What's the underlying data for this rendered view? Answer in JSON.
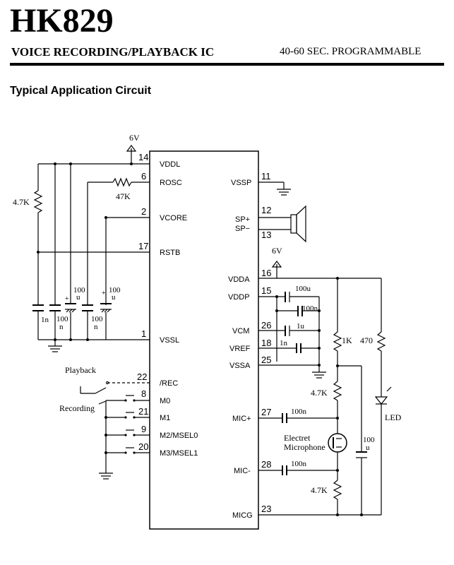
{
  "header": {
    "part_number": "HK829",
    "subtitle": "VOICE RECORDING/PLAYBACK IC",
    "right_text": "40-60 SEC. PROGRAMMABLE"
  },
  "section_title": "Typical Application Circuit",
  "power": {
    "top_supply": "6V",
    "right_supply": "6V"
  },
  "ic": {
    "pins": {
      "vddl": {
        "num": "14",
        "name": "VDDL"
      },
      "rosc": {
        "num": "6",
        "name": "ROSC"
      },
      "vcore": {
        "num": "2",
        "name": "VCORE"
      },
      "rstb": {
        "num": "17",
        "name": "RSTB"
      },
      "vssl": {
        "num": "1",
        "name": "VSSL"
      },
      "rec": {
        "num": "22",
        "name": "/REC"
      },
      "m0": {
        "num": "8",
        "name": "M0"
      },
      "m1": {
        "num": "21",
        "name": "M1"
      },
      "m2": {
        "num": "9",
        "name": "M2/MSEL0"
      },
      "m3": {
        "num": "20",
        "name": "M3/MSEL1"
      },
      "vssp": {
        "num": "11",
        "name": "VSSP"
      },
      "spp": {
        "num": "12",
        "name": "SP+"
      },
      "spm": {
        "num": "13",
        "name": "SP−"
      },
      "vdda": {
        "num": "16",
        "name": "VDDA"
      },
      "vddp": {
        "num": "15",
        "name": "VDDP"
      },
      "vcm": {
        "num": "26",
        "name": "VCM"
      },
      "vref": {
        "num": "18",
        "name": "VREF"
      },
      "vssa": {
        "num": "25",
        "name": "VSSA"
      },
      "micp": {
        "num": "27",
        "name": "MIC+"
      },
      "micm": {
        "num": "28",
        "name": "MIC-"
      },
      "micg": {
        "num": "23",
        "name": "MICG"
      }
    }
  },
  "components": {
    "r_pullup": "4.7K",
    "r_osc": "47K",
    "c_1n": "1n",
    "c_100n_a": "100",
    "c_100n_a_unit": "n",
    "c_100u_a": "100",
    "c_100u_a_unit": "u",
    "c_100n_b": "100",
    "c_100n_b_unit": "n",
    "c_100u_b": "100",
    "c_100u_b_unit": "u",
    "c_vddp_100u": "100u",
    "c_vddp_100n": "100n",
    "c_vcm": "1u",
    "c_vref": "1n",
    "r_1k": "1K",
    "r_470": "470",
    "r_mic_top": "4.7K",
    "c_micp": "100n",
    "c_micm": "100n",
    "r_mic_bot": "4.7K",
    "c_mic_filter": "100",
    "c_mic_filter_unit": "u"
  },
  "labels": {
    "playback": "Playback",
    "recording": "Recording",
    "microphone_line1": "Electret",
    "microphone_line2": "Microphone",
    "led": "LED"
  }
}
